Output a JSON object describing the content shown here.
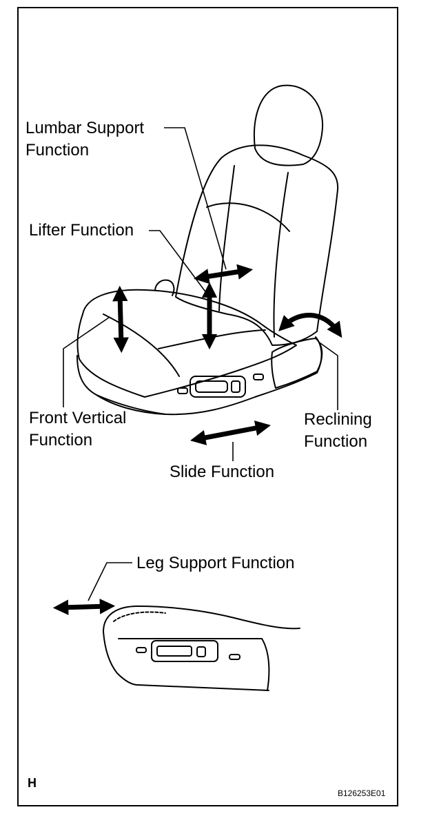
{
  "labels": {
    "lumbar": [
      "Lumbar Support",
      "Function"
    ],
    "lifter": "Lifter Function",
    "front_vertical": [
      "Front Vertical",
      "Function"
    ],
    "reclining": [
      "Reclining",
      "Function"
    ],
    "slide": "Slide Function",
    "leg_support": "Leg Support Function"
  },
  "corner_letter": "H",
  "figure_code": "B126253E01",
  "colors": {
    "ink": "#000000",
    "paper": "#ffffff"
  }
}
